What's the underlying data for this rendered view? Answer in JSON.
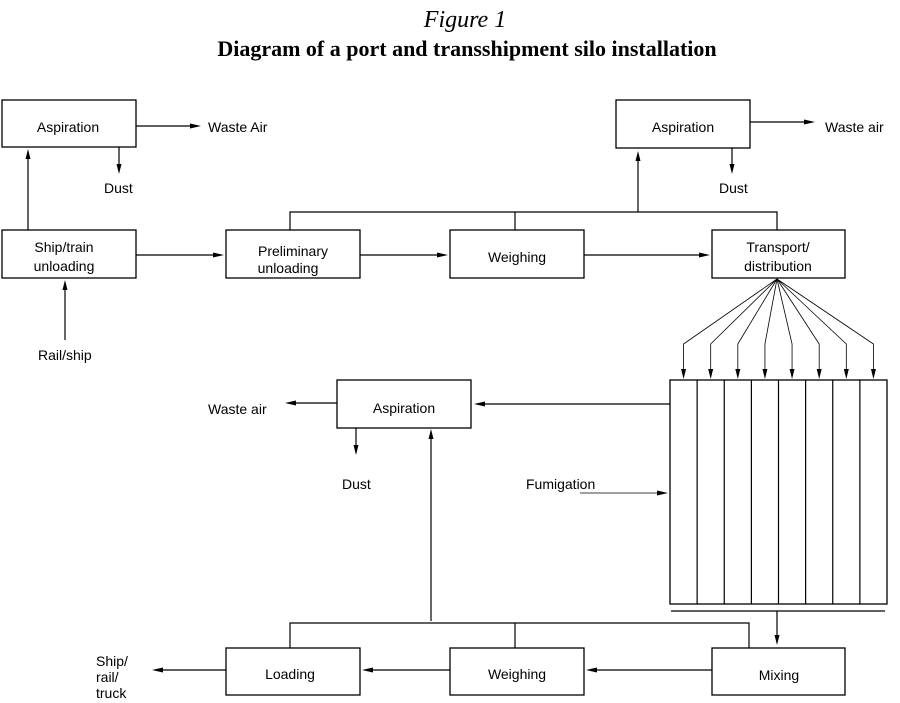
{
  "figure": {
    "label": "Figure 1",
    "title": "Diagram of a port and transshipment silo installation"
  },
  "nodes": {
    "aspiration_left": "Aspiration",
    "aspiration_right": "Aspiration",
    "aspiration_middle": "Aspiration",
    "ship_train_unloading": [
      "Ship/train",
      "unloading"
    ],
    "preliminary_unloading": [
      "Preliminary",
      "unloading"
    ],
    "weighing_top": "Weighing",
    "transport_distribution": [
      "Transport/",
      "distribution"
    ],
    "loading": "Loading",
    "weighing_bottom": "Weighing",
    "mixing": "Mixing"
  },
  "labels": {
    "waste_air_left": "Waste Air",
    "waste_air_right": "Waste air",
    "waste_air_middle": "Waste air",
    "dust_left": "Dust",
    "dust_right": "Dust",
    "dust_middle": "Dust",
    "rail_ship": "Rail/ship",
    "fumigation": "Fumigation",
    "ship_rail_truck": [
      "Ship/",
      "rail/",
      "truck"
    ]
  },
  "silo": {
    "cell_count": 8
  }
}
